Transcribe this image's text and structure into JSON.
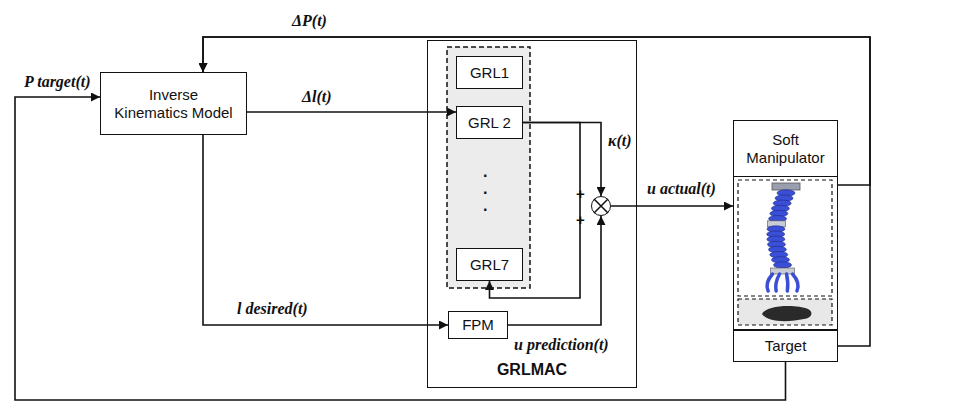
{
  "diagram": {
    "nodes": [
      {
        "text": [
          "Inverse Kinematics Model"
        ]
      },
      {
        "text": [
          "GRLMAC"
        ]
      },
      {
        "text": [
          "GRL1"
        ],
        "in": 1
      },
      {
        "text": [
          "GRL 2"
        ],
        "in": 1
      },
      {
        "text": [
          "GRL7"
        ],
        "in": 1
      },
      {
        "text": [
          "FPM"
        ],
        "in": 1
      },
      {
        "text": [
          "+",
          "+"
        ],
        "in": 1
      },
      {
        "text": [
          "Soft Manipulator"
        ]
      },
      {
        "text": [
          "Target"
        ]
      }
    ],
    "edges": [
      {
        "from": 0,
        "to": 3,
        "label": "Δl(t)",
        "arrow": "to"
      },
      {
        "from": 0,
        "to": 5,
        "label": "l desired(t)",
        "arrow": "to"
      },
      {
        "from": 3,
        "to": 6,
        "label": "κ(t)",
        "arrow": "to"
      },
      {
        "from": 3,
        "to": 4,
        "arrow": "to"
      },
      {
        "from": 5,
        "to": 6,
        "label": "u prediction(t)",
        "arrow": "to"
      },
      {
        "from": 6,
        "to": 7,
        "label": "u actual(t)",
        "arrow": "to"
      },
      {
        "from": 7,
        "to": 0,
        "label": "ΔP(t)",
        "arrow": "to"
      },
      {
        "from": 8,
        "to": 0,
        "arrow": "to"
      },
      {
        "from": 8,
        "to": 0,
        "label": "P target(t)",
        "arrow": "to"
      }
    ],
    "labels": [
      "·",
      "·",
      "·"
    ]
  }
}
